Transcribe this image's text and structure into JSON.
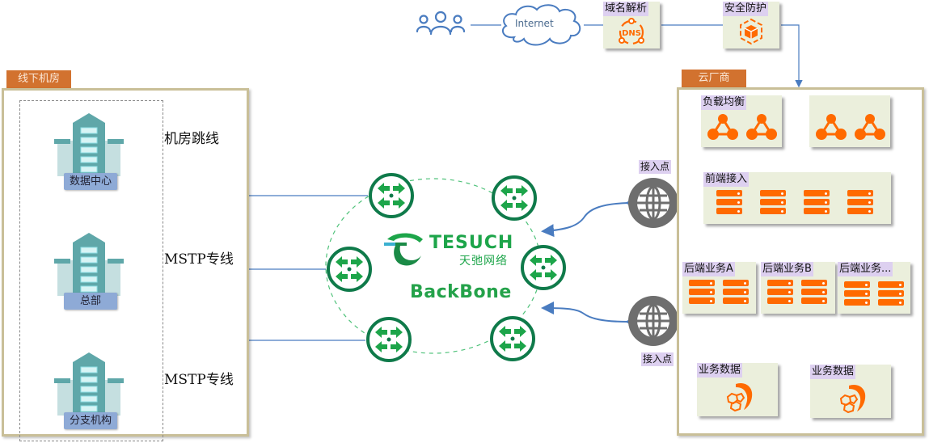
{
  "top": {
    "users_icon": "users-icon",
    "internet_label": "Internet",
    "dns_card": {
      "label": "域名解析",
      "icon": "dns-icon",
      "icon_text": "DNS"
    },
    "security_card": {
      "label": "安全防护",
      "icon": "shield-cube-icon"
    }
  },
  "offline": {
    "tab": "线下机房",
    "sites": [
      {
        "label": "数据中心",
        "link_label": "机房跳线"
      },
      {
        "label": "总部",
        "link_label": "MSTP专线"
      },
      {
        "label": "分支机构",
        "link_label": "MSTP专线"
      }
    ]
  },
  "backbone": {
    "brand_name": "TESUCH",
    "brand_cn": "天弛网络",
    "title": "BackBone",
    "router_count": 6
  },
  "access_points": [
    {
      "label": "接入点"
    },
    {
      "label": "接入点"
    }
  ],
  "cloud": {
    "tab": "云厂商",
    "load_balancer": {
      "label": "负载均衡"
    },
    "frontend": {
      "label": "前端接入"
    },
    "backends": [
      {
        "label": "后端业务A"
      },
      {
        "label": "后端业务B"
      },
      {
        "label": "后端业务..."
      }
    ],
    "databases": [
      {
        "label": "业务数据"
      },
      {
        "label": "业务数据"
      }
    ]
  },
  "colors": {
    "accent_orange": "#ff6a00",
    "tab_orange": "#d2722f",
    "backbone_green": "#1da54a",
    "router_ring": "#0f7a4a",
    "line_blue": "#4a7cc0",
    "card_bg": "#ebefdc",
    "label_bg": "#ddd0f0",
    "building_teal": "#5fa7a9"
  }
}
